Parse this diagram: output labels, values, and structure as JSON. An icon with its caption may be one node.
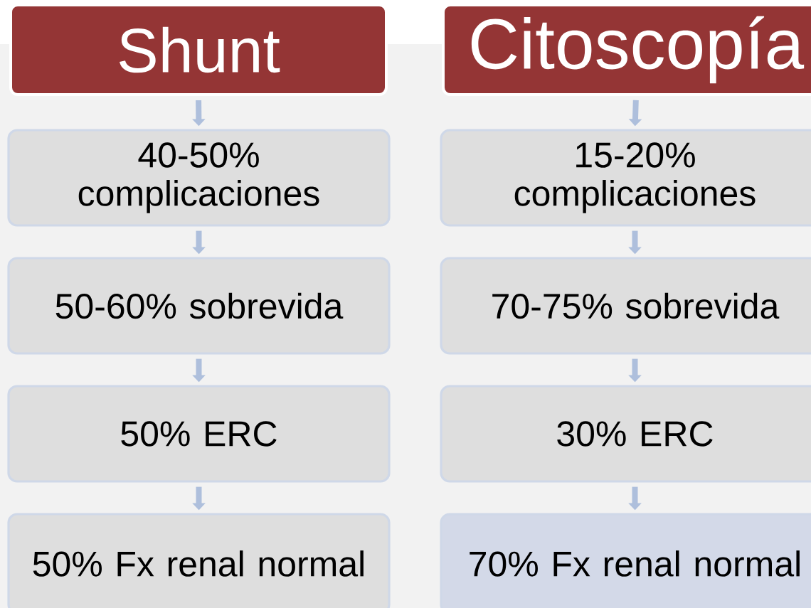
{
  "diagram": {
    "nodes": [
      {
        "text": [
          "Shunt"
        ]
      },
      {
        "text": [
          "Citoscopía"
        ]
      },
      {
        "text": [
          "40-50% complicaciones"
        ]
      },
      {
        "text": [
          "15-20% complicaciones"
        ]
      },
      {
        "text": [
          "50-60% sobrevida"
        ]
      },
      {
        "text": [
          "70-75% sobrevida"
        ]
      },
      {
        "text": [
          "50% ERC"
        ]
      },
      {
        "text": [
          "30% ERC"
        ]
      },
      {
        "text": [
          "50% Fx renal normal"
        ]
      },
      {
        "text": [
          "70% Fx renal normal"
        ]
      }
    ],
    "edges": [
      {
        "from": 0,
        "to": 2,
        "arrow": "to"
      },
      {
        "from": 2,
        "to": 4,
        "arrow": "to"
      },
      {
        "from": 4,
        "to": 6,
        "arrow": "to"
      },
      {
        "from": 6,
        "to": 8,
        "arrow": "to"
      },
      {
        "from": 1,
        "to": 3,
        "arrow": "to"
      },
      {
        "from": 3,
        "to": 5,
        "arrow": "to"
      },
      {
        "from": 5,
        "to": 7,
        "arrow": "to"
      },
      {
        "from": 7,
        "to": 9,
        "arrow": "to"
      }
    ]
  }
}
